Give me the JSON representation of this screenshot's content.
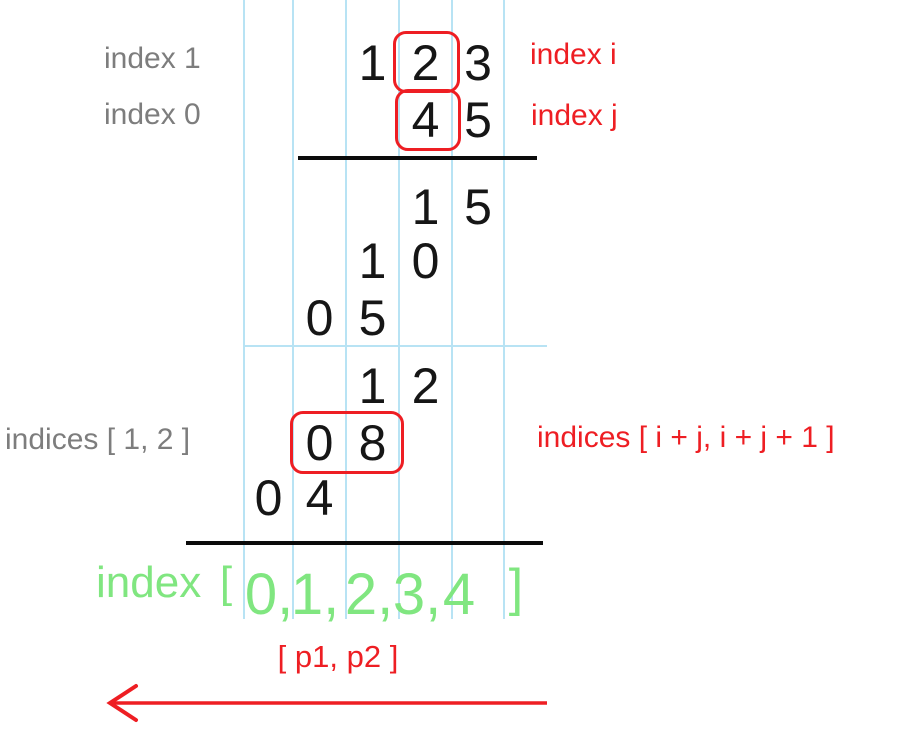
{
  "colors": {
    "red": "#ee1e23",
    "gray": "#7d7d7d",
    "green": "#80e680",
    "blue": "#b8e3f4",
    "ink": "#161616"
  },
  "labels": {
    "left_row_top": "index 1",
    "left_row_second": "index 0",
    "right_row_top": "index i",
    "right_row_second": "index j",
    "left_middle": "indices [ 1, 2 ]",
    "right_middle": "indices [ i + j, i + j + 1 ]",
    "bottom_pointers": "[ p1, p2 ]"
  },
  "grid": {
    "rows": [
      {
        "name": "multiplicand-123",
        "cells": [
          {
            "d": "1"
          },
          {
            "d": "2"
          },
          {
            "d": "3"
          }
        ]
      },
      {
        "name": "multiplier-45",
        "cells": [
          {
            "d": "4"
          },
          {
            "d": "5"
          }
        ]
      },
      {
        "name": "partial-3x5-15",
        "cells": [
          {
            "d": "1"
          },
          {
            "d": "5"
          }
        ]
      },
      {
        "name": "partial-2x5-10",
        "cells": [
          {
            "d": "1"
          },
          {
            "d": "0"
          }
        ]
      },
      {
        "name": "partial-1x5-05",
        "cells": [
          {
            "d": "0"
          },
          {
            "d": "5"
          }
        ]
      },
      {
        "name": "partial-3x4-12",
        "cells": [
          {
            "d": "1"
          },
          {
            "d": "2"
          }
        ]
      },
      {
        "name": "partial-2x4-08",
        "cells": [
          {
            "d": "0"
          },
          {
            "d": "8"
          }
        ]
      },
      {
        "name": "partial-1x4-04",
        "cells": [
          {
            "d": "0"
          },
          {
            "d": "4"
          }
        ]
      }
    ]
  },
  "index_row": {
    "word": "index",
    "open_bracket": "[",
    "digits": [
      "0,",
      "1,",
      "2,",
      "3,",
      "4"
    ],
    "close_bracket": "]"
  }
}
